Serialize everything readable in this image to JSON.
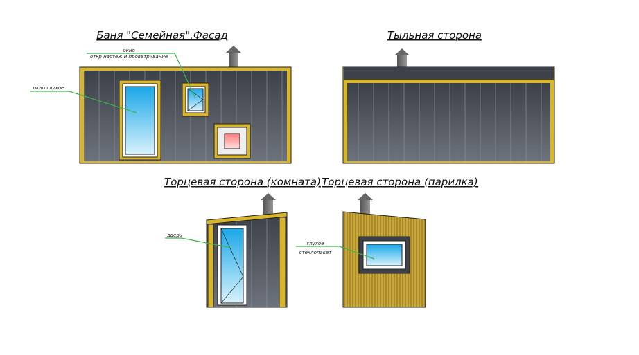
{
  "titles": {
    "facade": "Баня \"Семейная\".Фасад",
    "back": "Тыльная сторона",
    "end_room": "Торцевая сторона (комната)",
    "end_steam": "Торцевая сторона (парилка)"
  },
  "notes": {
    "window_open_1": "окно",
    "window_open_2": "откр настеж и проветривание",
    "window_fixed": "окно глухое",
    "door": "дверь",
    "glazing_1": "глухое",
    "glazing_2": "стеклопакет"
  },
  "colors": {
    "wall": "#4a4f57",
    "trim": "#d9b52a",
    "glass": "#4fc3f0",
    "leader": "#3cb44b",
    "wood": "#c9a83a"
  }
}
